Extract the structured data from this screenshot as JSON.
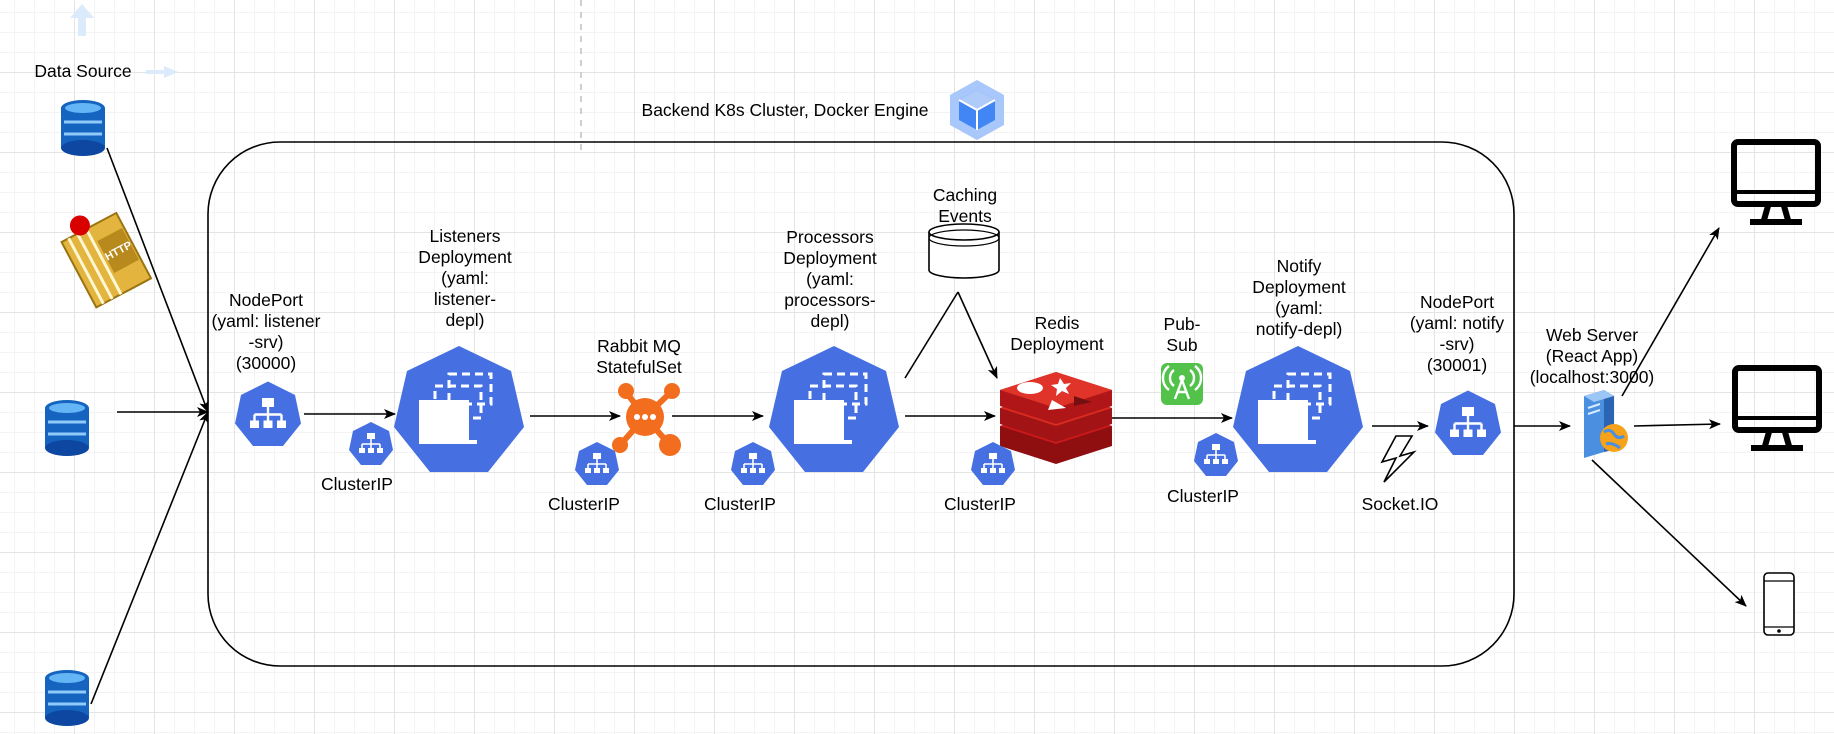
{
  "colors": {
    "k8s_blue": "#4670e1",
    "rabbit_orange": "#f26d1d",
    "redis_red": "#c8191b",
    "pubsub_green": "#52c24a",
    "db_blue": "#1565c0",
    "ghost_arrow": "#dcebfb",
    "line": "#000000"
  },
  "diagram": {
    "data_source_label": "Data Source",
    "cluster_label": "Backend K8s Cluster, Docker Engine",
    "nodeport_listener_label": "NodePort\n(yaml: listener\n-srv)\n(30000)",
    "listeners_label": "Listeners\nDeployment\n(yaml:\nlistener-\ndepl)",
    "clusterip_1": "ClusterIP",
    "rabbit_label": "Rabbit MQ\nStatefulSet",
    "clusterip_2": "ClusterIP",
    "processors_label": "Processors\nDeployment\n(yaml:\nprocessors-\ndepl)",
    "clusterip_3": "ClusterIP",
    "caching_label": "Caching\nEvents",
    "redis_label": "Redis\nDeployment",
    "clusterip_4": "ClusterIP",
    "pubsub_label": "Pub-\nSub",
    "notify_label": "Notify\nDeployment\n(yaml:\nnotify-depl)",
    "clusterip_5": "ClusterIP",
    "nodeport_notify_label": "NodePort\n(yaml: notify\n-srv)\n(30001)",
    "socketio_label": "Socket.IO",
    "webserver_label": "Web Server\n(React App)\n(localhost:3000)",
    "http_badge_text": "HTTP"
  },
  "icons": [
    "arrow-up-icon",
    "arrow-right-icon",
    "database-icon",
    "http-tape-icon",
    "gcp-cube-icon",
    "k8s-service-icon",
    "k8s-deployment-icon",
    "rabbitmq-icon",
    "cache-cylinder-icon",
    "redis-icon",
    "pubsub-icon",
    "lightning-icon",
    "web-server-icon",
    "monitor-icon",
    "mobile-phone-icon"
  ]
}
